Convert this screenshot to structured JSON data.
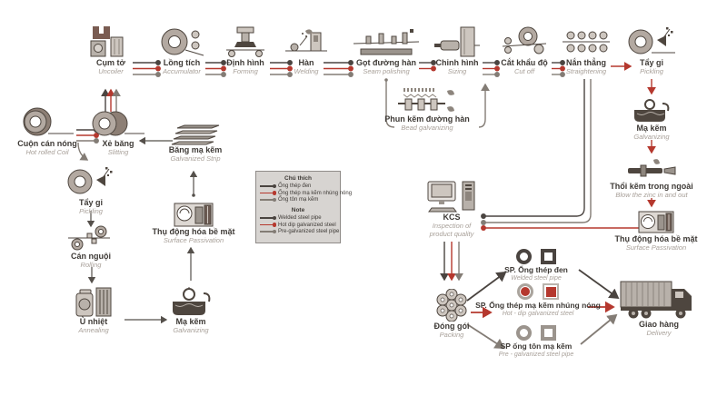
{
  "colors": {
    "welded": "#4a4440",
    "hot_dip": "#b5382e",
    "pre_galvanized": "#837c75"
  },
  "stations": {
    "uncoiler": {
      "vi": "Cụm tở",
      "en": "Uncoiler"
    },
    "accumulator": {
      "vi": "Lồng tích",
      "en": "Accumulator"
    },
    "forming": {
      "vi": "Định hình",
      "en": "Forming"
    },
    "welding": {
      "vi": "Hàn",
      "en": "Welding"
    },
    "seam_polishing": {
      "vi": "Gọt đường hàn",
      "en": "Seam polishing"
    },
    "sizing": {
      "vi": "Chỉnh hình",
      "en": "Sizing"
    },
    "cut_off": {
      "vi": "Cắt khẩu độ",
      "en": "Cut off"
    },
    "straightening": {
      "vi": "Nắn thẳng",
      "en": "Straightening"
    },
    "pickling_top": {
      "vi": "Tẩy gỉ",
      "en": "Pickling"
    },
    "hot_rolled_coil": {
      "vi": "Cuộn cán nóng",
      "en": "Hot rolled Coil"
    },
    "slitting": {
      "vi": "Xẻ băng",
      "en": "Slitting"
    },
    "galvanized_strip": {
      "vi": "Băng mạ kẽm",
      "en": "Galvanized Strip"
    },
    "pickling_left": {
      "vi": "Tẩy gỉ",
      "en": "Pickling"
    },
    "rolling": {
      "vi": "Cán nguội",
      "en": "Rolling"
    },
    "annealing": {
      "vi": "Ủ nhiệt",
      "en": "Annealing"
    },
    "galvanizing_left": {
      "vi": "Mạ kẽm",
      "en": "Galvanizing"
    },
    "passivation_left": {
      "vi": "Thụ động hóa bề mặt",
      "en": "Surface Passivation"
    },
    "bead_galvanizing": {
      "vi": "Phun kẽm đường hàn",
      "en": "Bead galvanizing"
    },
    "kcs": {
      "vi": "KCS",
      "en": "Inspection of product quality"
    },
    "galvanizing_right": {
      "vi": "Mạ kẽm",
      "en": "Galvanizing"
    },
    "blow_zinc": {
      "vi": "Thổi kẽm trong ngoài",
      "en": "Blow the zinc in and out"
    },
    "passivation_right": {
      "vi": "Thụ động hóa bề mặt",
      "en": "Surface Passivation"
    },
    "packing": {
      "vi": "Đóng gói",
      "en": "Packing"
    },
    "delivery": {
      "vi": "Giao hàng",
      "en": "Delivery"
    }
  },
  "legend": {
    "title": "Chú thích",
    "items": [
      {
        "label": "Ống thép đen"
      },
      {
        "label": "Ống thép mạ kẽm nhúng nóng"
      },
      {
        "label": "Ống tôn mạ kẽm"
      }
    ],
    "note_title": "Note",
    "note_items": [
      {
        "label": "Welded steel pipe"
      },
      {
        "label": "Hot dip galvanized steel"
      },
      {
        "label": "Pre-galvanized steel pipe"
      }
    ]
  },
  "products": [
    {
      "sp": "SP. Ống thép đen",
      "en": "Welded steel pipe"
    },
    {
      "sp": "SP. Ống thép mạ kẽm nhúng nóng",
      "en": "Hot - dip galvanized steel"
    },
    {
      "sp": "SP ống tôn mạ kẽm",
      "en": "Pre - galvanized steel pipe"
    }
  ]
}
